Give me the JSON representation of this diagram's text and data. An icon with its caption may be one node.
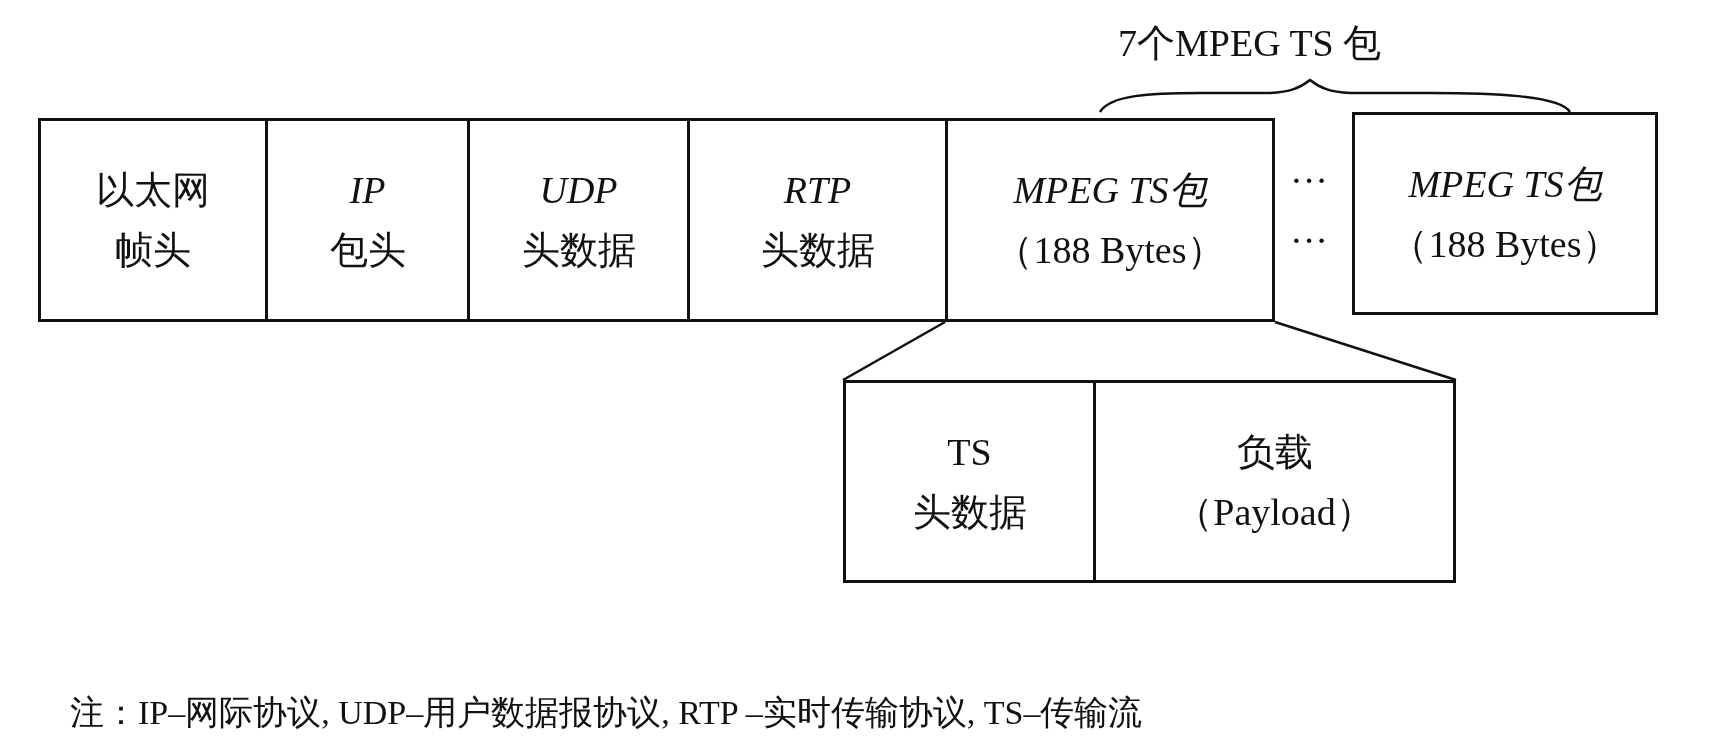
{
  "diagram": {
    "caption": "注：IP–网际协议, UDP–用户数据报协议, RTP –实时传输协议, TS–传输流",
    "nodes": [
      {
        "text": [
          "以太网帧头"
        ]
      },
      {
        "text": [
          "IP",
          "包头"
        ]
      },
      {
        "text": [
          "UDP",
          "头数据"
        ]
      },
      {
        "text": [
          "RTP",
          "头数据"
        ]
      },
      {
        "text": [
          "MPEG TS包",
          "（188 Bytes）"
        ]
      },
      {
        "text": [
          "MPEG TS包",
          "（188 Bytes）"
        ]
      },
      {
        "text": [
          "TS",
          "头数据"
        ]
      },
      {
        "text": [
          "负载",
          "（Payload）"
        ]
      }
    ],
    "edges": [
      {
        "from": 4,
        "to": 6,
        "arrow": "none"
      },
      {
        "from": 4,
        "to": 7,
        "arrow": "none"
      }
    ],
    "labels": [
      "7个MPEG TS 包",
      "···",
      "···"
    ]
  }
}
